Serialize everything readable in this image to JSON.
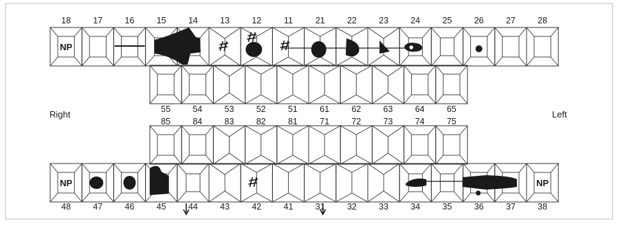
{
  "side_labels": {
    "right": "Right",
    "left": "Left"
  },
  "upper": {
    "permanent_teeth": [
      "18",
      "17",
      "16",
      "15",
      "14",
      "13",
      "12",
      "11",
      "21",
      "22",
      "23",
      "24",
      "25",
      "26",
      "27",
      "28"
    ],
    "primary_numbers": [
      "55",
      "54",
      "53",
      "52",
      "51",
      "61",
      "62",
      "63",
      "64",
      "65"
    ]
  },
  "lower": {
    "primary_numbers": [
      "85",
      "84",
      "83",
      "82",
      "81",
      "71",
      "72",
      "73",
      "74",
      "75"
    ],
    "permanent_teeth": [
      "48",
      "47",
      "46",
      "45",
      "44",
      "43",
      "42",
      "41",
      "31",
      "32",
      "33",
      "34",
      "35",
      "36",
      "37",
      "38"
    ]
  },
  "annotations": {
    "not_present_label": "NP",
    "not_present_teeth": [
      "18",
      "48",
      "38"
    ],
    "extraction_teeth": [
      "13",
      "12",
      "11",
      "42"
    ],
    "drift_arrow_teeth": [
      "44",
      "31"
    ]
  },
  "tooth_types": {
    "18": "molar",
    "17": "molar",
    "16": "molar",
    "15": "premolar",
    "14": "premolar",
    "13": "canine",
    "12": "incisor",
    "11": "incisor",
    "21": "incisor",
    "22": "incisor",
    "23": "canine",
    "24": "premolar",
    "25": "premolar",
    "26": "molar",
    "27": "molar",
    "28": "molar",
    "55": "molar",
    "54": "molar",
    "53": "canine",
    "52": "incisor",
    "51": "incisor",
    "61": "incisor",
    "62": "incisor",
    "63": "canine",
    "64": "molar",
    "65": "molar",
    "85": "molar",
    "84": "molar",
    "83": "canine",
    "82": "incisor",
    "81": "incisor",
    "71": "incisor",
    "72": "incisor",
    "73": "canine",
    "74": "molar",
    "75": "molar",
    "48": "molar",
    "47": "molar",
    "46": "molar",
    "45": "premolar",
    "44": "premolar",
    "43": "canine",
    "42": "incisor",
    "41": "incisor",
    "31": "incisor",
    "32": "incisor",
    "33": "canine",
    "34": "premolar",
    "35": "premolar",
    "36": "molar",
    "37": "molar",
    "38": "molar"
  },
  "colors": {
    "ink": "#1a1a1a",
    "line": "#333333",
    "background": "#ffffff"
  }
}
